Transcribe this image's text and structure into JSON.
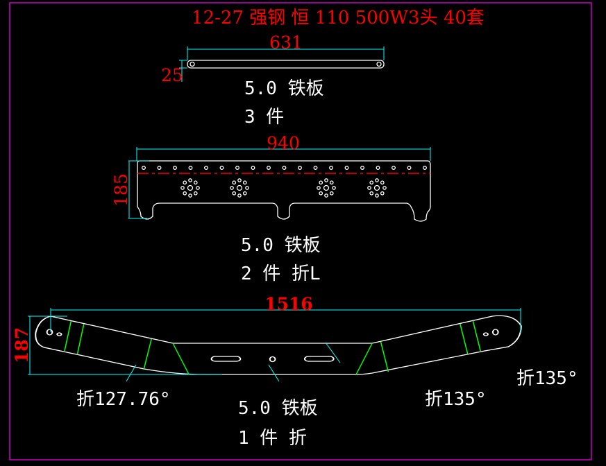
{
  "title": "12-27 强钢 恒 110  500W3头 40套",
  "colors": {
    "background": "#000000",
    "frame": "#ff00ff",
    "outline": "#ffffff",
    "dimension": "#00ffff",
    "dimension_text": "#ff0000",
    "bend": "#00ff00",
    "centerline": "#ff0000"
  },
  "part1": {
    "length": "631",
    "width": "25",
    "material": "5.0 铁板",
    "quantity": "3 件"
  },
  "part2": {
    "length": "940",
    "width": "185",
    "material": "5.0 铁板",
    "quantity": "2 件 折L"
  },
  "part3": {
    "length": "1516",
    "width": "187",
    "material": "5.0 铁板",
    "quantity": "1 件 折",
    "bend_left": "折127.76°",
    "bend_mid": "折135°",
    "bend_right": "折135°"
  }
}
